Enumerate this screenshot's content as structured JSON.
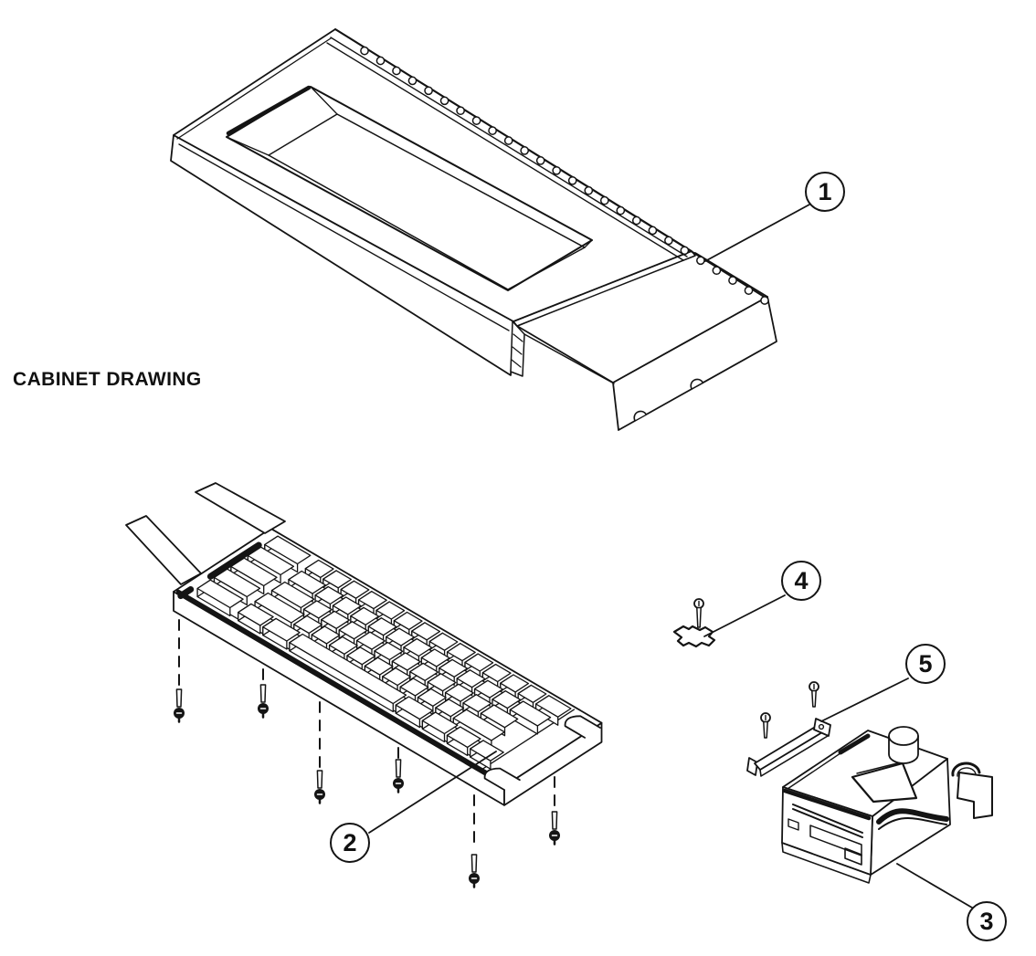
{
  "title": "CABINET DRAWING",
  "colors": {
    "line": "#141414",
    "background": "#ffffff"
  },
  "callouts": [
    {
      "number": "1"
    },
    {
      "number": "2"
    },
    {
      "number": "3"
    },
    {
      "number": "4"
    },
    {
      "number": "5"
    }
  ]
}
